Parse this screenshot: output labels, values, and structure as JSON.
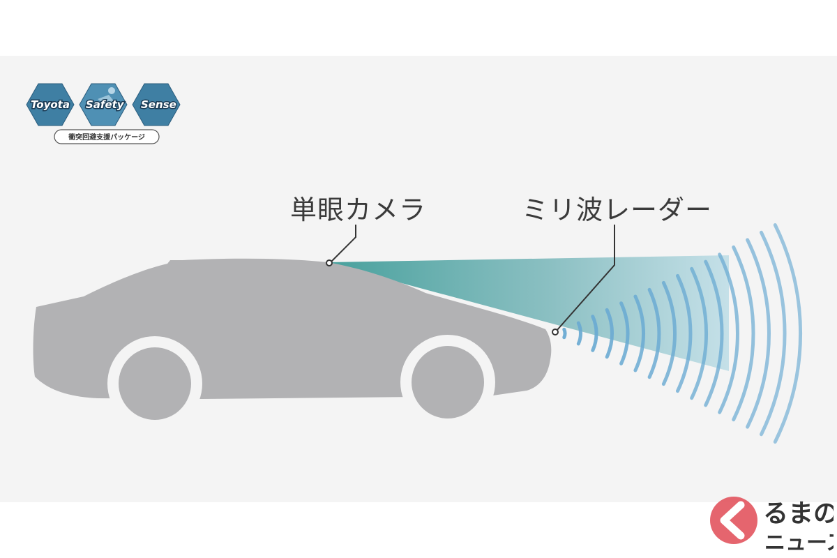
{
  "labels": {
    "camera": "単眼カメラ",
    "radar": "ミリ波レーダー"
  },
  "logo": {
    "word1": "Toyota",
    "word2": "Safety",
    "word3": "Sense",
    "subtitle": "衝突回避支援パッケージ"
  },
  "watermark": {
    "line1": "るまの",
    "line2": "ニュース"
  },
  "colors": {
    "background": "#f4f4f4",
    "car": "#b2b2b4",
    "camera_beam": "#5fa8a6",
    "radar_waves": "#6aaad2",
    "logo_hex": "#3f7fa3",
    "watermark_red": "#e04a55"
  },
  "icons": {
    "logo": "toyota-safety-sense-hexagon-logo",
    "watermark": "kuruma-news-logo"
  }
}
